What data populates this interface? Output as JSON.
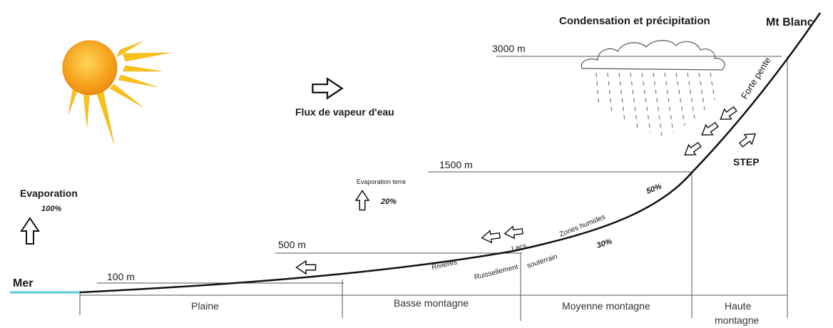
{
  "title": "Condensation et précipitation",
  "summit": "Mt Blanc",
  "sea": {
    "label": "Mer",
    "color": "#5bc8d6"
  },
  "altitudes": [
    "3000 m",
    "1500 m",
    "500 m",
    "100 m"
  ],
  "evaporation": {
    "label": "Evaporation",
    "percent": "100%"
  },
  "vapour_flux": {
    "label": "Flux de vapeur d'eau"
  },
  "land_evaporation": {
    "label": "Evaporation terre",
    "percent": "20%"
  },
  "slope": {
    "label": "Forte pente",
    "percent": "50%"
  },
  "step": "STEP",
  "wetlands": "Zones humides",
  "lakes": "Lacs",
  "rivers": "Rivières",
  "runoff": "Ruissellement",
  "groundwater": {
    "label": "souterrain",
    "percent": "30%"
  },
  "zones": [
    "Plaine",
    "Basse montagne",
    "Moyenne montagne",
    "Haute",
    "montagne"
  ],
  "colors": {
    "sun_core": "#f5a418",
    "sun_rays": "#f8c21a",
    "ink": "#1a1a1a"
  }
}
